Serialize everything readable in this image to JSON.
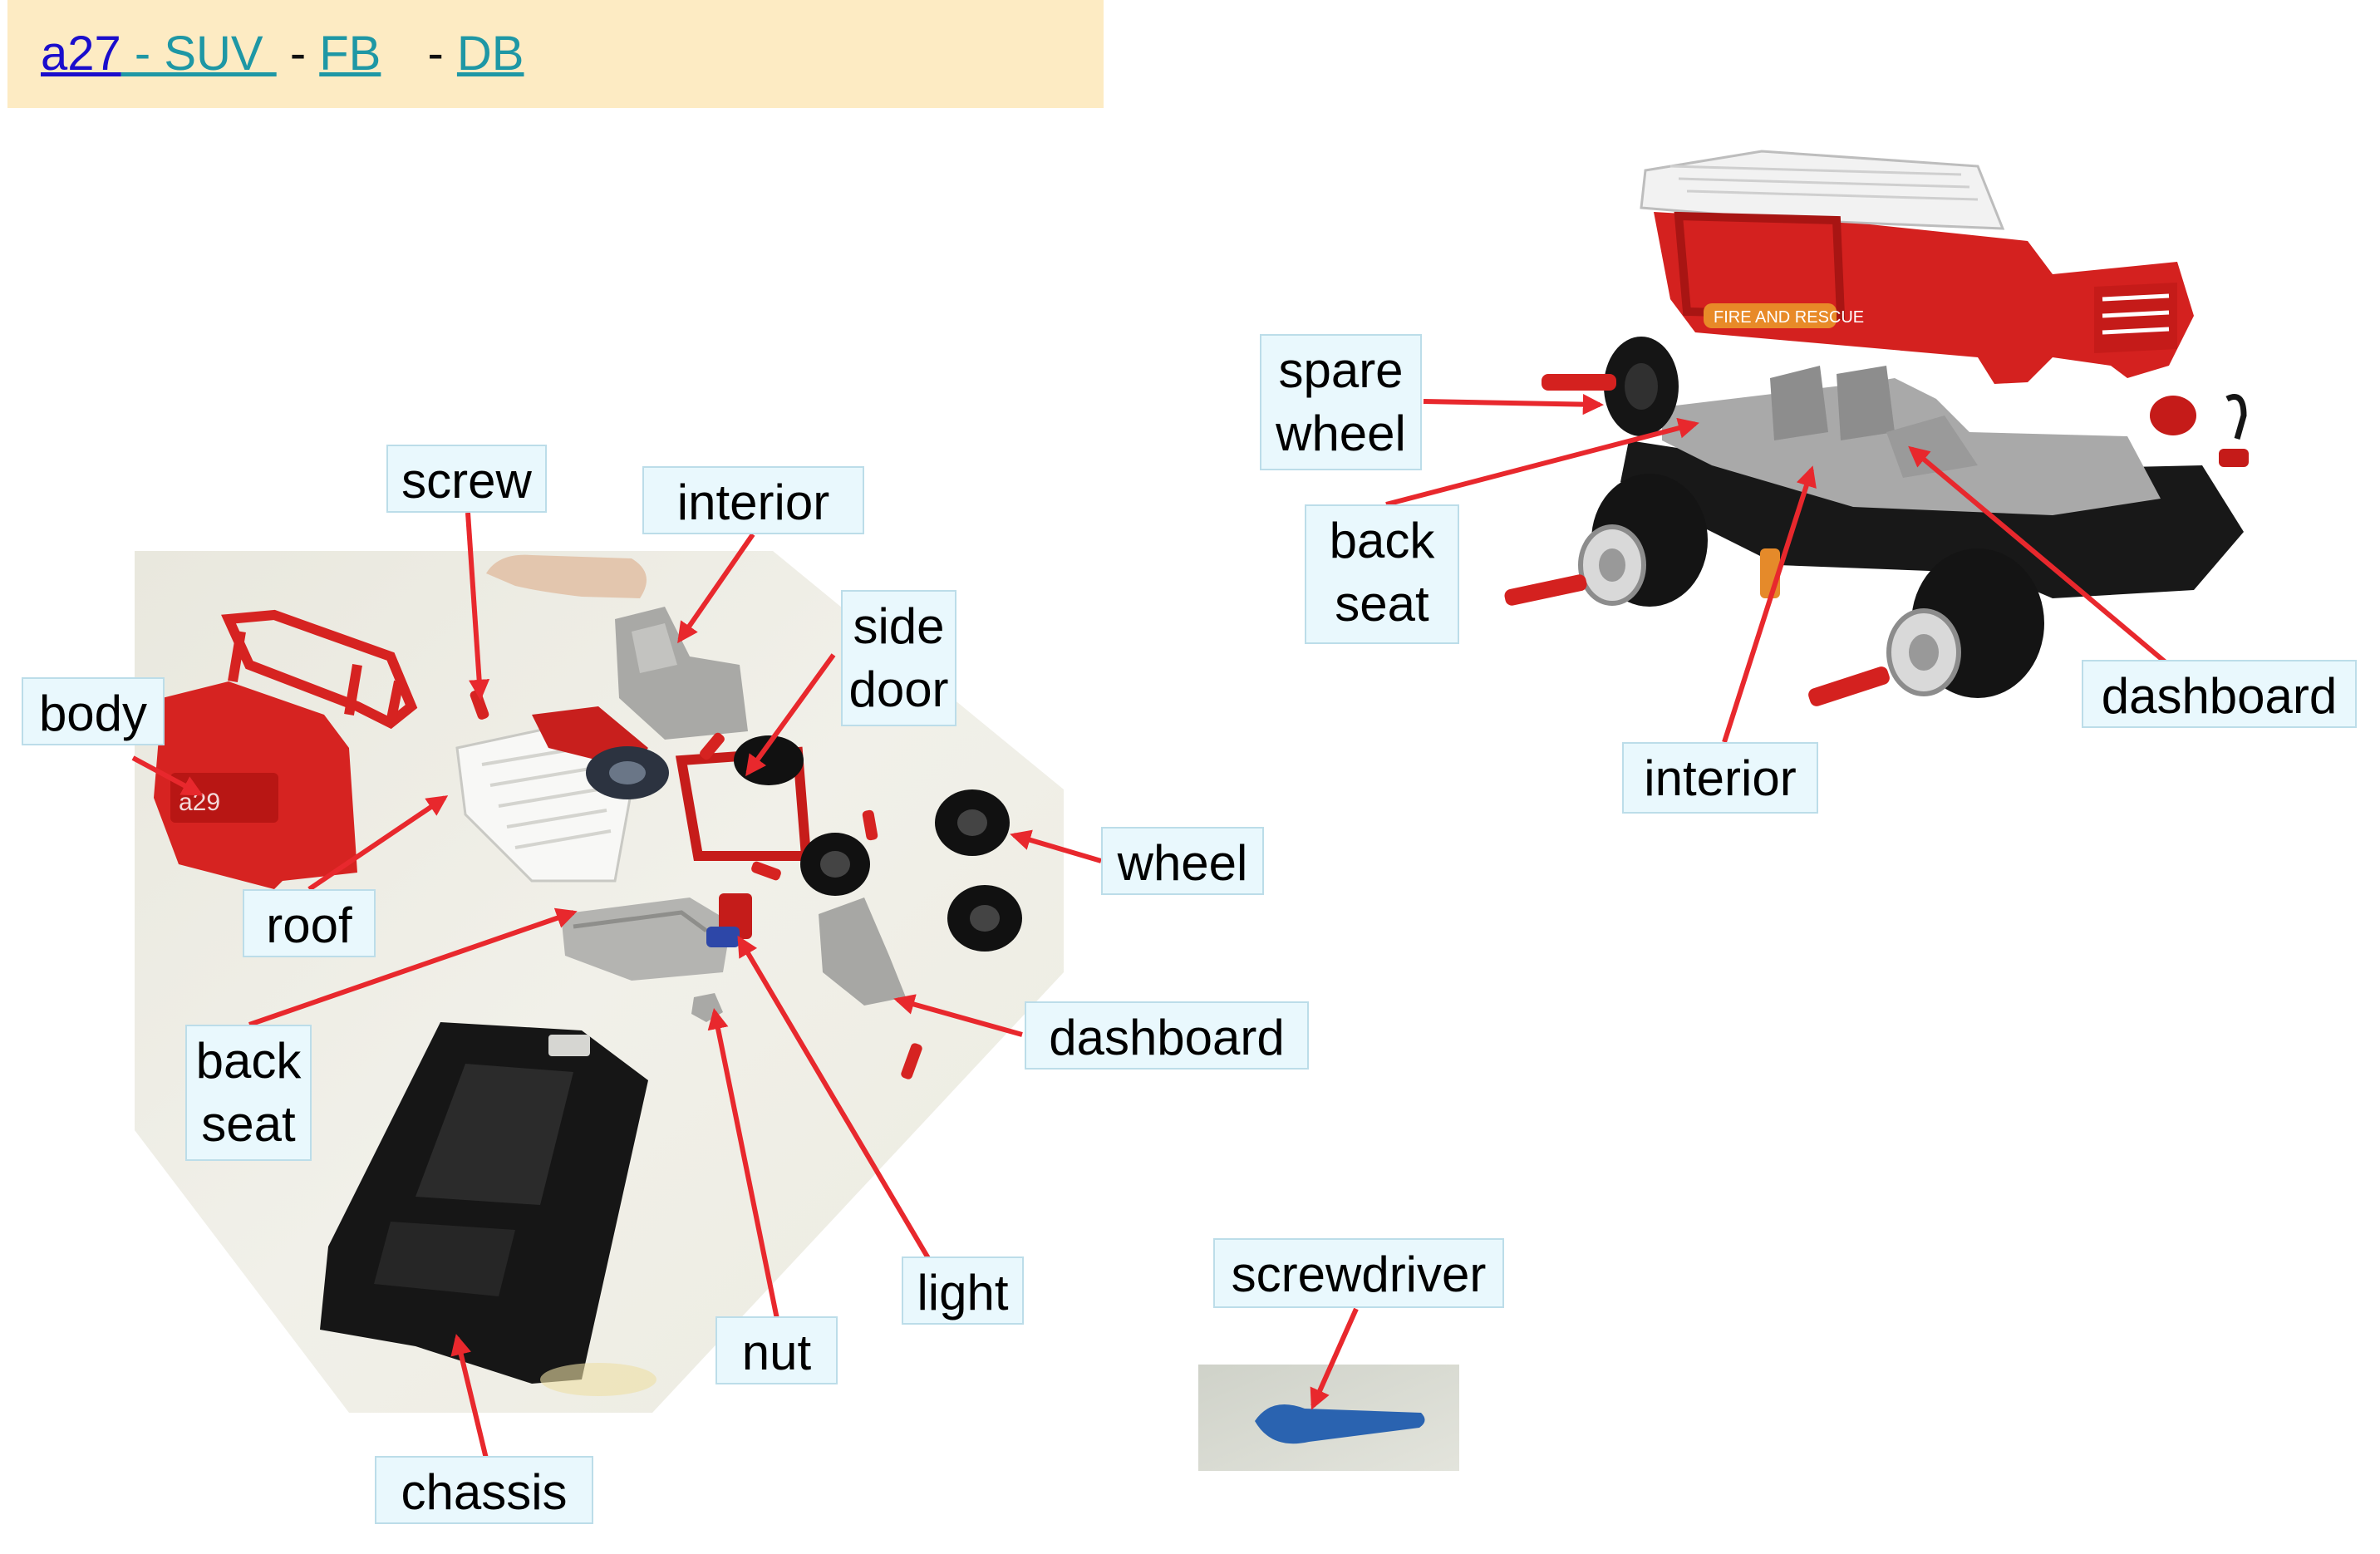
{
  "header": {
    "model_link": "a27",
    "type_link": " - SUV ",
    "sep1": " - ",
    "fb_link": "FB",
    "sep2": " - ",
    "db_link": "DB"
  },
  "photo_labels": {
    "screw": "screw",
    "interior": "interior",
    "side_door_1": "side",
    "side_door_2": "door",
    "body": "body",
    "wheel": "wheel",
    "roof": "roof",
    "dashboard": "dashboard",
    "back_seat_1": "back",
    "back_seat_2": "seat",
    "light": "light",
    "nut": "nut",
    "chassis": "chassis"
  },
  "render_labels": {
    "spare_wheel_1": "spare",
    "spare_wheel_2": "wheel",
    "back_seat_1": "back",
    "back_seat_2": "seat",
    "dashboard": "dashboard",
    "interior": "interior"
  },
  "tool_labels": {
    "screwdriver": "screwdriver"
  },
  "colors": {
    "arrow": "#e8282d",
    "label_bg": "#e9f8fd",
    "header_bg": "#fdebc3",
    "body_red": "#d9201f",
    "chassis_black": "#151515",
    "screwdriver_blue": "#2a63b0"
  }
}
